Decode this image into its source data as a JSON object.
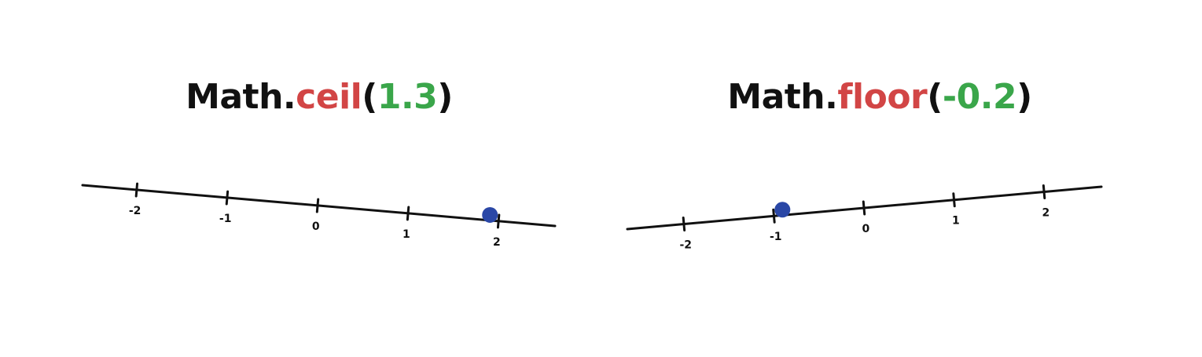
{
  "colors": {
    "text": "#111111",
    "method": "#d24545",
    "argument": "#3aa64a",
    "marker": "#2a47a6",
    "line": "#111111"
  },
  "panels": [
    {
      "id": "left",
      "title": {
        "object": "Math",
        "dot": ".",
        "method": "ceil",
        "open": "(",
        "argument": "1.3",
        "close": ")"
      },
      "axis": {
        "ticks": [
          "-2",
          "-1",
          "0",
          "1",
          "2"
        ]
      },
      "marker_value": 1.9
    },
    {
      "id": "right",
      "title": {
        "object": "Math",
        "dot": ".",
        "method": "floor",
        "open": "(",
        "argument": "-0.2",
        "close": ")"
      },
      "axis": {
        "ticks": [
          "-2",
          "-1",
          "0",
          "1",
          "2"
        ]
      },
      "marker_value": -0.9
    }
  ]
}
